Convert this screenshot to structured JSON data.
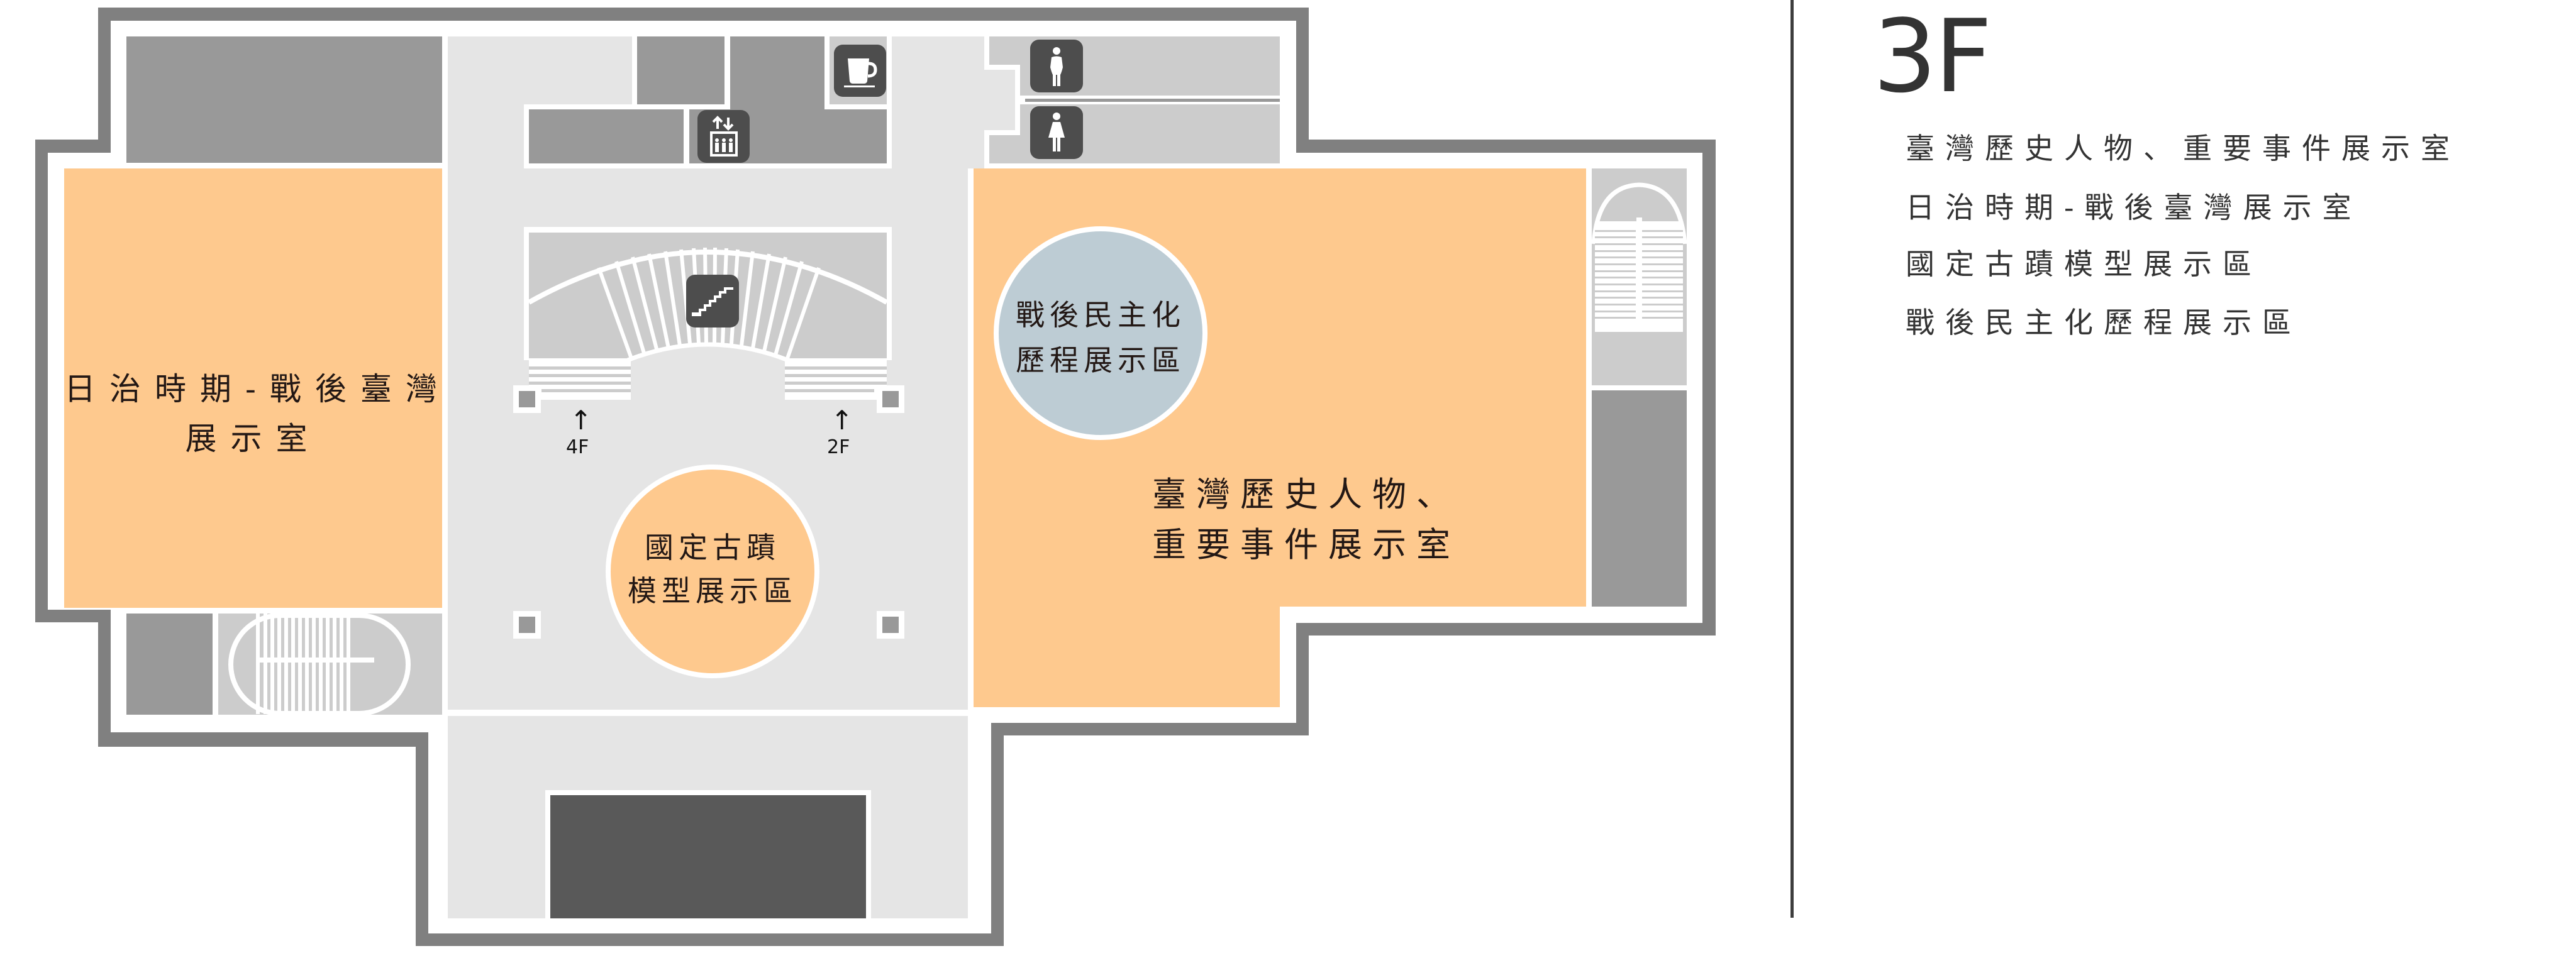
{
  "floor": {
    "title": "3F"
  },
  "legend": {
    "items": [
      {
        "label": "臺灣歷史人物、重要事件展示室"
      },
      {
        "label": "日治時期-戰後臺灣展示室"
      },
      {
        "label": "國定古蹟模型展示區"
      },
      {
        "label": "戰後民主化歷程展示區"
      }
    ]
  },
  "map": {
    "rooms": {
      "japanese_era": {
        "line1": "日治時期-戰後臺灣",
        "line2": "展示室"
      },
      "historical_figures": {
        "line1": "臺灣歷史人物、",
        "line2": "重要事件展示室"
      },
      "monument_models": {
        "line1": "國定古蹟",
        "line2": "模型展示區"
      },
      "democratization": {
        "line1": "戰後民主化",
        "line2": "歷程展示區"
      }
    },
    "stairs": {
      "left_arrow": "↑",
      "left_label": "4F",
      "right_arrow": "↑",
      "right_label": "2F"
    },
    "icons": [
      "cafe-icon",
      "elevator-icon",
      "escalator-icon",
      "male-restroom-icon",
      "female-restroom-icon"
    ]
  },
  "colors": {
    "exhibition": "#fec98e",
    "democratization_zone": "#bdccd4",
    "wall": "#808080",
    "corridor": "#e5e5e5",
    "service_room": "#999999",
    "utility_room": "#cccccc",
    "icon_bg": "#4d4d4d",
    "closed_block": "#595959"
  }
}
